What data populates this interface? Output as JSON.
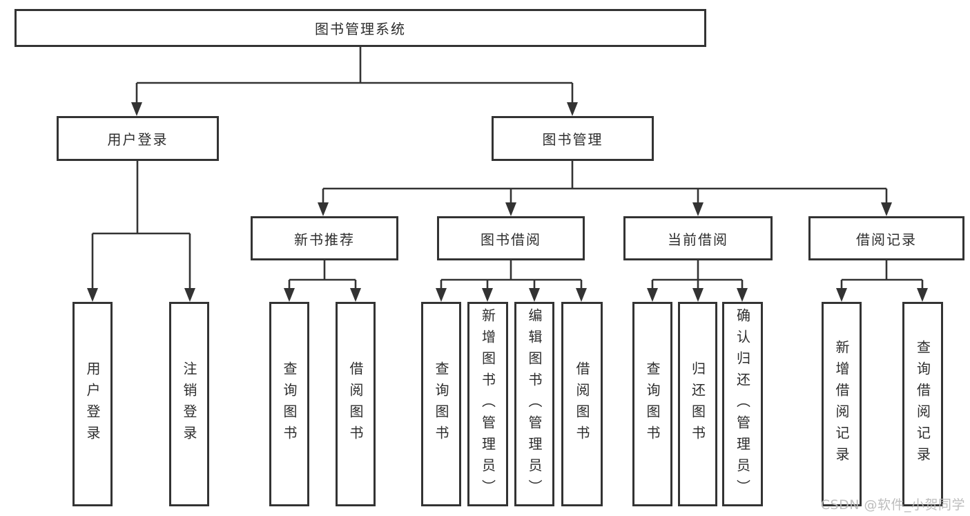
{
  "root": {
    "label": "图书管理系统"
  },
  "level2": {
    "user_login": {
      "label": "用户登录"
    },
    "book_management": {
      "label": "图书管理"
    }
  },
  "level3": {
    "new_book_recommend": {
      "label": "新书推荐"
    },
    "book_borrow": {
      "label": "图书借阅"
    },
    "current_borrow": {
      "label": "当前借阅"
    },
    "borrow_records": {
      "label": "借阅记录"
    }
  },
  "leaves": {
    "user_login": [
      "用户登录",
      "注销登录"
    ],
    "new_book_recommend": [
      "查询图书",
      "借阅图书"
    ],
    "book_borrow": [
      "查询图书",
      "新增图书（管理员）",
      "编辑图书（管理员）",
      "借阅图书"
    ],
    "current_borrow": [
      "查询图书",
      "归还图书",
      "确认归还（管理员）"
    ],
    "borrow_records": [
      "新增借阅记录",
      "查询借阅记录"
    ]
  },
  "watermark": "CSDN @软件_小贺同学",
  "colors": {
    "line": "#333333",
    "text": "#2d2d2d",
    "watermark": "#b9b9b9"
  }
}
